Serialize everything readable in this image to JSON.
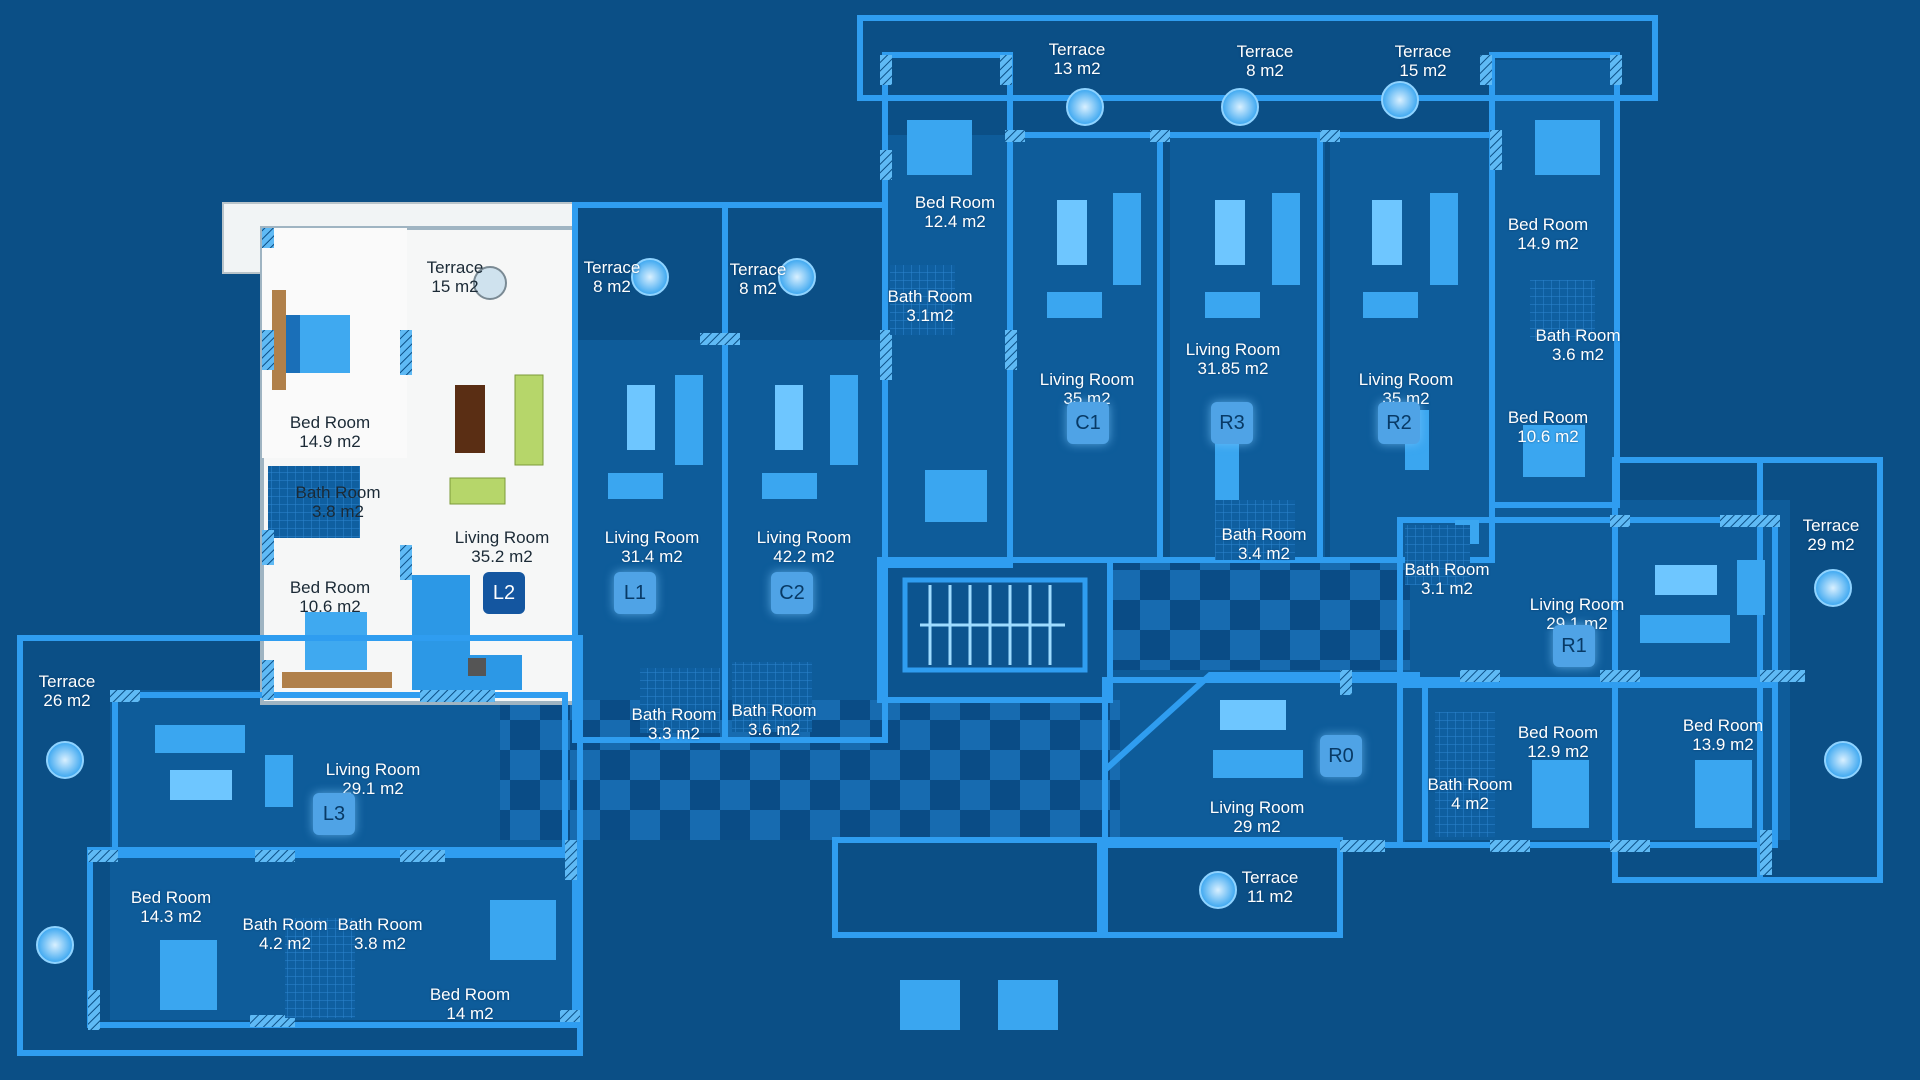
{
  "colors": {
    "background": "#0b4f86",
    "wall": "#2f9df0",
    "floor": "#0e5c9a",
    "furniture": "#4fb4ff",
    "selected_unit_floor": "#f1f4f5",
    "selected_unit_accent": "#2c98e6"
  },
  "selected_unit": "L2",
  "units": [
    {
      "id": "L2",
      "name": "L2"
    },
    {
      "id": "L1",
      "name": "L1"
    },
    {
      "id": "C2",
      "name": "C2"
    },
    {
      "id": "C1",
      "name": "C1"
    },
    {
      "id": "R3",
      "name": "R3"
    },
    {
      "id": "R2",
      "name": "R2"
    },
    {
      "id": "R1",
      "name": "R1"
    },
    {
      "id": "R0",
      "name": "R0"
    },
    {
      "id": "L3",
      "name": "L3"
    }
  ],
  "rooms": [
    {
      "unit": "L2",
      "name": "Terrace",
      "area": "15 m2"
    },
    {
      "unit": "L2",
      "name": "Bed Room",
      "area": "14.9 m2"
    },
    {
      "unit": "L2",
      "name": "Bath Room",
      "area": "3.8 m2"
    },
    {
      "unit": "L2",
      "name": "Living Room",
      "area": "35.2  m2"
    },
    {
      "unit": "L2",
      "name": "Bed Room",
      "area": "10.6 m2"
    },
    {
      "unit": "L1",
      "name": "Terrace",
      "area": "8 m2"
    },
    {
      "unit": "C2",
      "name": "Terrace",
      "area": "8 m2"
    },
    {
      "unit": "L1",
      "name": "Living Room",
      "area": "31.4  m2"
    },
    {
      "unit": "C2",
      "name": "Living Room",
      "area": "42.2  m2"
    },
    {
      "unit": "L1",
      "name": "Bath Room",
      "area": "3.3 m2"
    },
    {
      "unit": "C2",
      "name": "Bath Room",
      "area": "3.6 m2"
    },
    {
      "unit": "C1",
      "name": "Terrace",
      "area": "13 m2"
    },
    {
      "unit": "R3",
      "name": "Terrace",
      "area": "8 m2"
    },
    {
      "unit": "R2",
      "name": "Terrace",
      "area": "15 m2"
    },
    {
      "unit": "C1",
      "name": "Bed Room",
      "area": "12.4 m2"
    },
    {
      "unit": "C1",
      "name": "Bath Room",
      "area": "3.1m2"
    },
    {
      "unit": "C1",
      "name": "Living Room",
      "area": "35  m2"
    },
    {
      "unit": "R3",
      "name": "Living Room",
      "area": "31.85 m2"
    },
    {
      "unit": "R2",
      "name": "Living Room",
      "area": "35 m2"
    },
    {
      "unit": "R2",
      "name": "Bed Room",
      "area": "14.9 m2"
    },
    {
      "unit": "R2",
      "name": "Bath Room",
      "area": "3.6 m2"
    },
    {
      "unit": "R2",
      "name": "Bed Room",
      "area": "10.6 m2"
    },
    {
      "unit": "R3",
      "name": "Bath Room",
      "area": "3.4 m2"
    },
    {
      "unit": "R1",
      "name": "Bath Room",
      "area": "3.1 m2"
    },
    {
      "unit": "R1",
      "name": "Terrace",
      "area": "29 m2"
    },
    {
      "unit": "R1",
      "name": "Living Room",
      "area": "29.1 m2"
    },
    {
      "unit": "R1",
      "name": "Bed Room",
      "area": "12.9 m2"
    },
    {
      "unit": "R1",
      "name": "Bed Room",
      "area": "13.9 m2"
    },
    {
      "unit": "R0",
      "name": "Bath Room",
      "area": "4 m2"
    },
    {
      "unit": "R0",
      "name": "Living Room",
      "area": "29 m2"
    },
    {
      "unit": "R0",
      "name": "Terrace",
      "area": "11 m2"
    },
    {
      "unit": "L3",
      "name": "Terrace",
      "area": "26 m2"
    },
    {
      "unit": "L3",
      "name": "Living Room",
      "area": "29.1 m2"
    },
    {
      "unit": "L3",
      "name": "Bed Room",
      "area": "14.3 m2"
    },
    {
      "unit": "L3",
      "name": "Bath Room",
      "area": "4.2 m2"
    },
    {
      "unit": "L3",
      "name": "Bath Room",
      "area": "3.8 m2"
    },
    {
      "unit": "L3",
      "name": "Bed Room",
      "area": "14 m2"
    }
  ]
}
